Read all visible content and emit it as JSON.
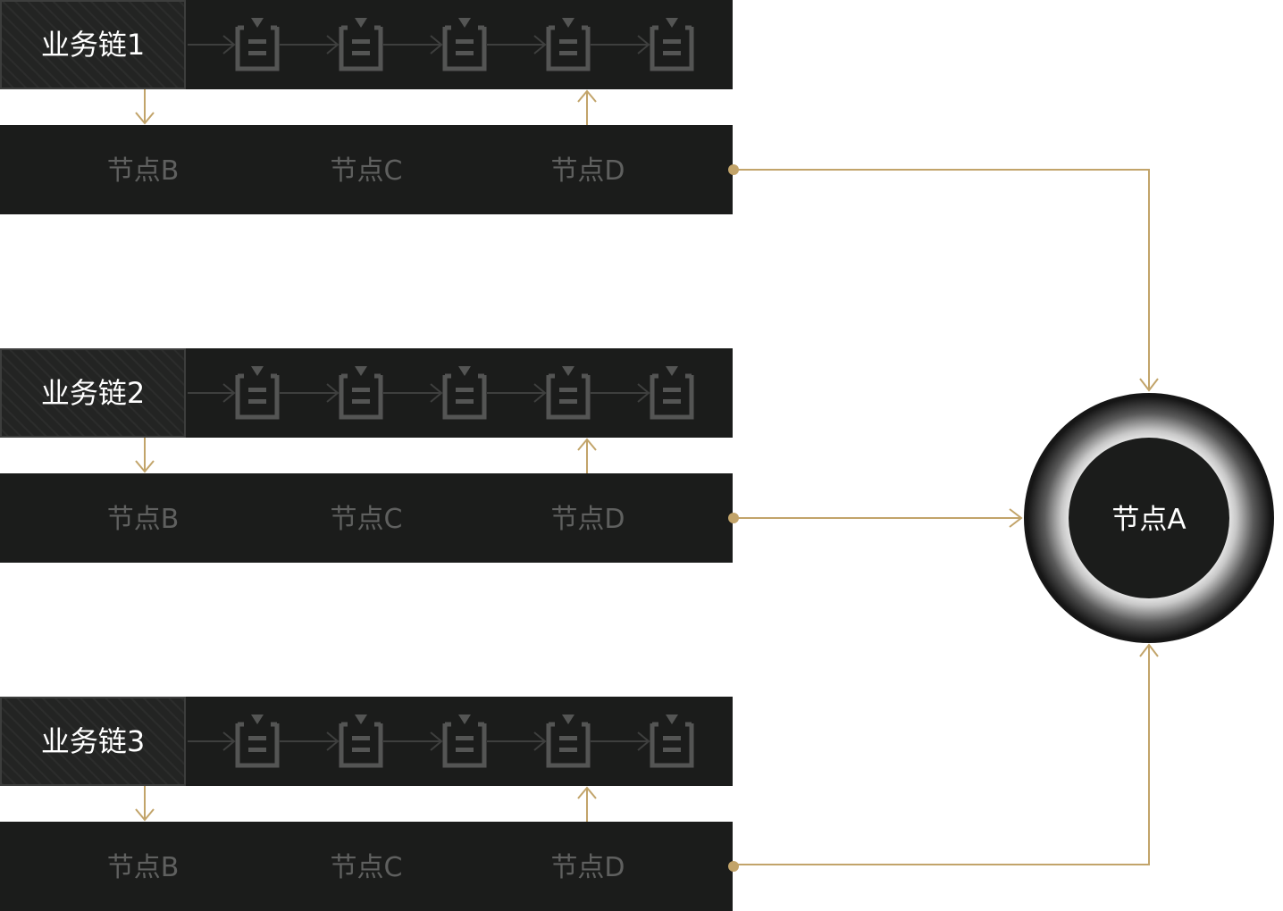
{
  "chains": [
    {
      "label": "业务链1",
      "nodes": [
        "节点B",
        "节点C",
        "节点D"
      ],
      "block_count": 5
    },
    {
      "label": "业务链2",
      "nodes": [
        "节点B",
        "节点C",
        "节点D"
      ],
      "block_count": 5
    },
    {
      "label": "业务链3",
      "nodes": [
        "节点B",
        "节点C",
        "节点D"
      ],
      "block_count": 5
    }
  ],
  "center_node": {
    "label": "节点A"
  },
  "colors": {
    "panel": "#1b1c1b",
    "label_box": "#222322",
    "label_border": "#3d3e3d",
    "block_icon": "#545554",
    "chain_arrow": "#3e3f3e",
    "node_text": "#5f605f",
    "connector": "#c2a46a",
    "background": "#ffffff"
  },
  "icons": {
    "block": "block-document-icon",
    "arrow": "arrow-right-icon"
  }
}
